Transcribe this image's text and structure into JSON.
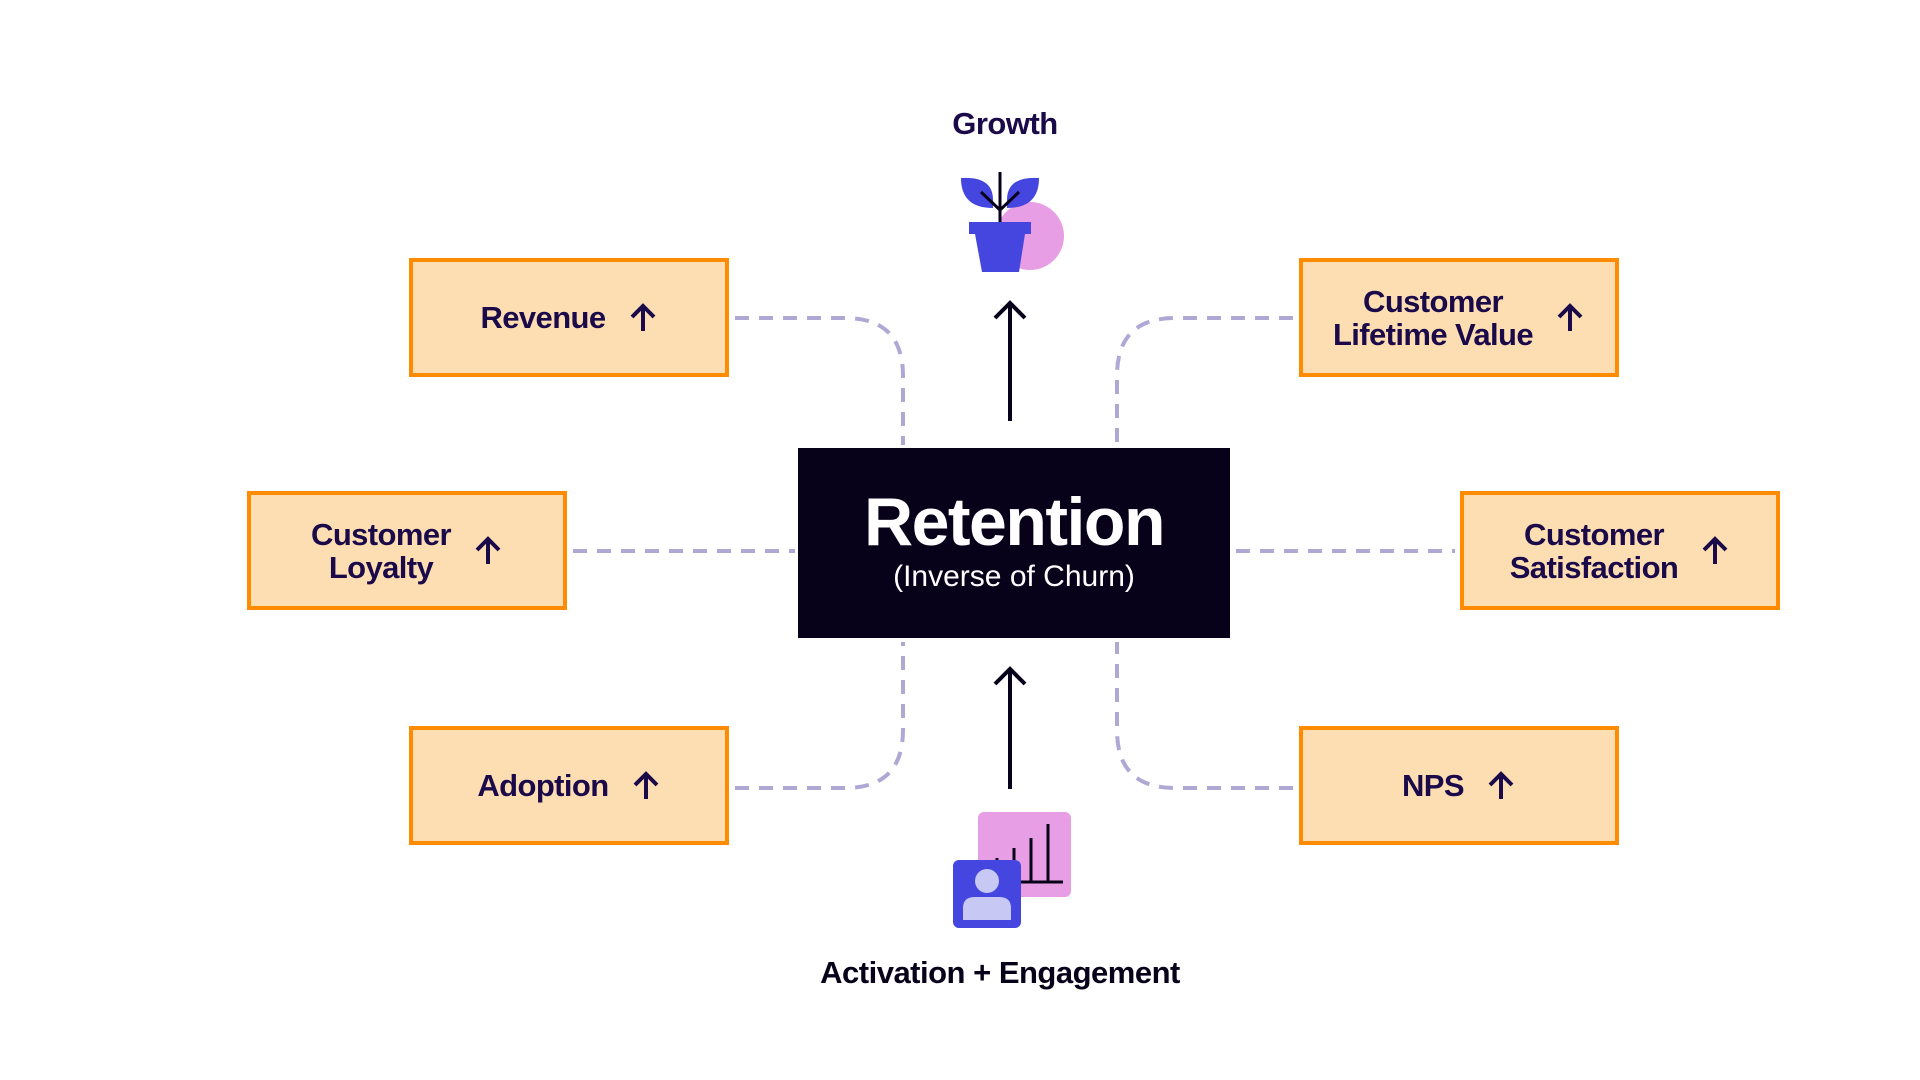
{
  "center": {
    "title": "Retention",
    "subtitle": "(Inverse of Churn)"
  },
  "top": {
    "label": "Growth",
    "icon": "plant-pot-icon"
  },
  "bottom": {
    "label": "Activation + Engagement",
    "icon": "user-chart-icon"
  },
  "metrics": [
    {
      "id": "revenue",
      "label": "Revenue",
      "trend": "up",
      "side": "left",
      "row": "top"
    },
    {
      "id": "loyalty",
      "label": "Customer\nLoyalty",
      "trend": "up",
      "side": "left",
      "row": "middle"
    },
    {
      "id": "adoption",
      "label": "Adoption",
      "trend": "up",
      "side": "left",
      "row": "bottom"
    },
    {
      "id": "clv",
      "label": "Customer\nLifetime Value",
      "trend": "up",
      "side": "right",
      "row": "top"
    },
    {
      "id": "csat",
      "label": "Customer\nSatisfaction",
      "trend": "up",
      "side": "right",
      "row": "middle"
    },
    {
      "id": "nps",
      "label": "NPS",
      "trend": "up",
      "side": "right",
      "row": "bottom"
    }
  ],
  "colors": {
    "box_fill": "#fddeb2",
    "box_border": "#ff8c00",
    "text_dark": "#1a0a4a",
    "center_fill": "#07021a",
    "connector": "#b0a8d4",
    "icon_blue": "#4545e0",
    "icon_pink": "#e89ee4",
    "icon_light": "#c8c8f5"
  }
}
